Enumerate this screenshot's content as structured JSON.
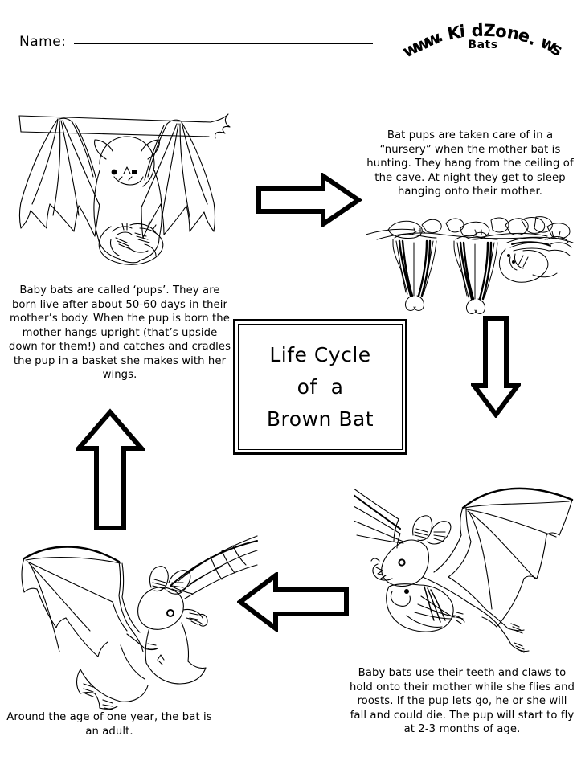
{
  "page": {
    "title": "Life Cycle of a Brown Bat worksheet",
    "background_color": "#ffffff",
    "ink_color": "#000000"
  },
  "header": {
    "name_label": "Name:",
    "name_value": "",
    "logo_text": "www.KidZone.ws",
    "logo_subtitle": "Bats"
  },
  "title_box": {
    "line1": "Life Cycle",
    "line2": "of  a",
    "line3": "Brown Bat"
  },
  "captions": {
    "pups": "Baby bats are called ‘pups’. They are born live after about 50-60 days in their mother’s body. When the pup is born the mother hangs upright (that’s upside down for them!) and catches and cradles the pup in a basket she makes with her wings.",
    "nursery": "Bat pups are taken care of in a “nursery” when the mother bat is hunting. They hang from the ceiling of the cave. At night they get to sleep hanging onto their mother.",
    "clinging": "Baby bats use their teeth and claws to hold onto their mother while she flies and roosts. If the pup lets go, he or she will fall and could die. The pup will start to fly at 2-3 months of age.",
    "adult": "Around the age of one year, the bat is an adult."
  },
  "arrows": [
    {
      "name": "arrow-right",
      "direction": "right"
    },
    {
      "name": "arrow-down",
      "direction": "down"
    },
    {
      "name": "arrow-left",
      "direction": "left"
    },
    {
      "name": "arrow-up",
      "direction": "up"
    }
  ],
  "illustrations": [
    {
      "name": "bat-hanging-with-pup",
      "description": "Mother bat hanging upside down from a branch cradling a pup in her wings"
    },
    {
      "name": "bats-nursery-ceiling",
      "description": "Several bat pups hanging from the ceiling of a cave in a nursery"
    },
    {
      "name": "bat-flying-with-pup",
      "description": "Mother bat flying with a pup clinging to her body"
    },
    {
      "name": "bat-flying-adult",
      "description": "Adult brown bat flying with wings spread"
    }
  ]
}
